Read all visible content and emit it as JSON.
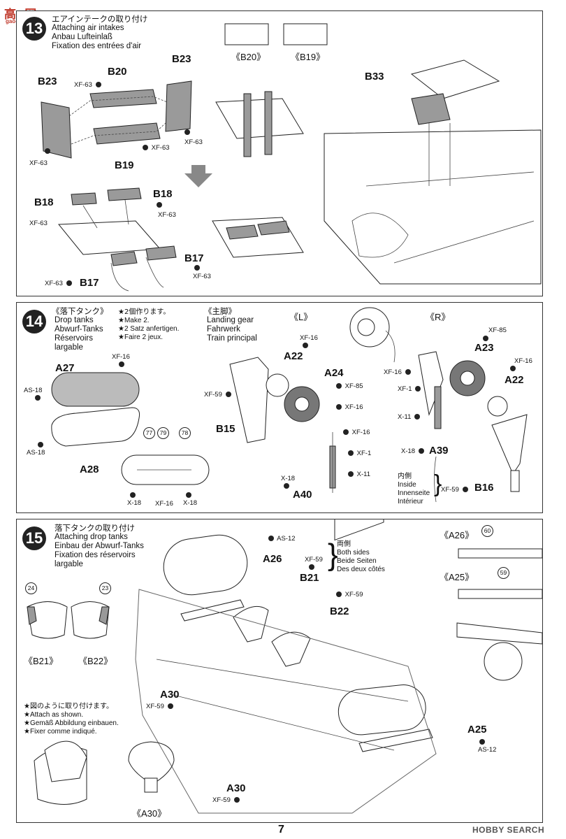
{
  "logo": {
    "brand_top": "高●网",
    "brand_url": "gao-shan.net"
  },
  "watermark": {
    "text": "HOBBY SEARCH"
  },
  "page_number": "7",
  "steps": [
    {
      "number": "13",
      "title_jp": "エアインテークの取り付け",
      "title_en": "Attaching air intakes",
      "title_de": "Anbau Lufteinlaß",
      "title_fr": "Fixation des entrées d'air",
      "views": {
        "b20": "《B20》",
        "b19": "《B19》"
      },
      "parts": {
        "b23a": "B23",
        "b20": "B20",
        "b23b": "B23",
        "b19": "B19",
        "b18a": "B18",
        "b18b": "B18",
        "b17a": "B17",
        "b17b": "B17",
        "b33": "B33"
      },
      "paints": {
        "p1": "XF-63",
        "p2": "XF-63",
        "p3": "XF-63",
        "p4": "XF-63",
        "p5": "XF-63",
        "p6": "XF-63",
        "p7": "XF-63",
        "p8": "XF-63"
      }
    },
    {
      "number": "14",
      "title_jp": "《落下タンク》",
      "title_en": "Drop tanks",
      "title_de": "Abwurf-Tanks",
      "title_fr1": "Réservoirs",
      "title_fr2": "largable",
      "make_jp": "★2個作ります。",
      "make_en": "★Make 2.",
      "make_de": "★2 Satz anfertigen.",
      "make_fr": "★Faire 2 jeux.",
      "gear_jp": "《主脚》",
      "gear_en": "Landing gear",
      "gear_de": "Fahrwerk",
      "gear_fr": "Train principal",
      "left": "《L》",
      "right": "《R》",
      "parts": {
        "a27": "A27",
        "a28": "A28",
        "a22a": "A22",
        "a24": "A24",
        "b15": "B15",
        "a40": "A40",
        "a23": "A23",
        "a22b": "A22",
        "a39": "A39",
        "b16": "B16"
      },
      "paints": {
        "xf16a": "XF-16",
        "as18a": "AS-18",
        "as18b": "AS-18",
        "x18a": "X-18",
        "xf16b": "XF-16",
        "x18b": "X-18",
        "xf16c": "XF-16",
        "xf59a": "XF-59",
        "xf85a": "XF-85",
        "xf16d": "XF-16",
        "xf16e": "XF-16",
        "xf1a": "XF-1",
        "x11a": "X-11",
        "x18c": "X-18",
        "xf85b": "XF-85",
        "xf16f": "XF-16",
        "xf16g": "XF-16",
        "xf1b": "XF-1",
        "x11b": "X-11",
        "x18d": "X-18",
        "xf59b": "XF-59"
      },
      "decals": {
        "d77": "77",
        "d79": "79",
        "d78": "78"
      },
      "inside_jp": "内側",
      "inside_en": "Inside",
      "inside_de": "Innenseite",
      "inside_fr": "Intérieur"
    },
    {
      "number": "15",
      "title_jp": "落下タンクの取り付け",
      "title_en": "Attaching drop tanks",
      "title_de": "Einbau der Abwurf-Tanks",
      "title_fr1": "Fixation des réservoirs",
      "title_fr2": "largable",
      "both_jp": "両側",
      "both_en": "Both sides",
      "both_de": "Beide Seiten",
      "both_fr": "Des deux côtés",
      "views": {
        "b21": "《B21》",
        "b22": "《B22》",
        "a26": "《A26》",
        "a25": "《A25》",
        "a30": "《A30》"
      },
      "decals": {
        "d24": "24",
        "d23": "23",
        "d60": "60",
        "d59": "59"
      },
      "parts": {
        "a26": "A26",
        "b21": "B21",
        "b22": "B22",
        "a30a": "A30",
        "a25": "A25",
        "a30b": "A30"
      },
      "paints": {
        "as12a": "AS-12",
        "xf59a": "XF-59",
        "xf59b": "XF-59",
        "xf59c": "XF-59",
        "as12b": "AS-12",
        "xf59d": "XF-59"
      },
      "note_jp": "★図のように取り付けます。",
      "note_en": "★Attach as shown.",
      "note_de": "★Gemäß Abbildung einbauen.",
      "note_fr": "★Fixer comme indiqué."
    }
  ]
}
